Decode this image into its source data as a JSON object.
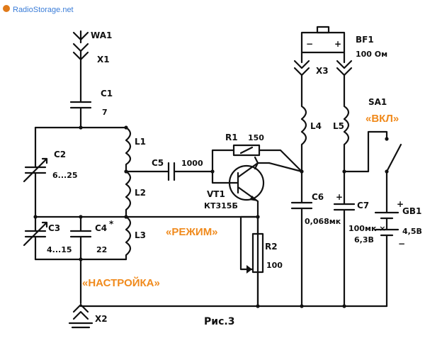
{
  "watermark": "RadioStorage.net",
  "caption": "Рис.3",
  "annotations": {
    "setting": "«НАСТРОЙКА»",
    "mode": "«РЕЖИМ»",
    "on": "«ВКЛ»"
  },
  "colors": {
    "annotation": "#f08a1c",
    "watermark": "#3b7dd8",
    "logo": "#e07a1a"
  },
  "components": {
    "WA1": {
      "ref": "WA1"
    },
    "X1": {
      "ref": "X1"
    },
    "X2": {
      "ref": "X2"
    },
    "X3": {
      "ref": "X3"
    },
    "C1": {
      "ref": "C1",
      "value": "7"
    },
    "C2": {
      "ref": "C2",
      "value": "6...25"
    },
    "C3": {
      "ref": "C3",
      "value": "4...15"
    },
    "C4": {
      "ref": "C4",
      "value": "22",
      "mark": "*"
    },
    "C5": {
      "ref": "C5",
      "value": "1000"
    },
    "C6": {
      "ref": "C6",
      "value": "0,068мк"
    },
    "C7": {
      "ref": "C7",
      "value1": "100мк ×",
      "value2": "6,3В"
    },
    "L1": {
      "ref": "L1"
    },
    "L2": {
      "ref": "L2"
    },
    "L3": {
      "ref": "L3"
    },
    "L4": {
      "ref": "L4"
    },
    "L5": {
      "ref": "L5"
    },
    "R1": {
      "ref": "R1",
      "value": "150"
    },
    "R2": {
      "ref": "R2",
      "value": "100"
    },
    "VT1": {
      "ref": "VT1",
      "value": "КТ315Б"
    },
    "BF1": {
      "ref": "BF1",
      "value": "100 Ом"
    },
    "SA1": {
      "ref": "SA1"
    },
    "GB1": {
      "ref": "GB1",
      "value": "4,5В"
    }
  }
}
